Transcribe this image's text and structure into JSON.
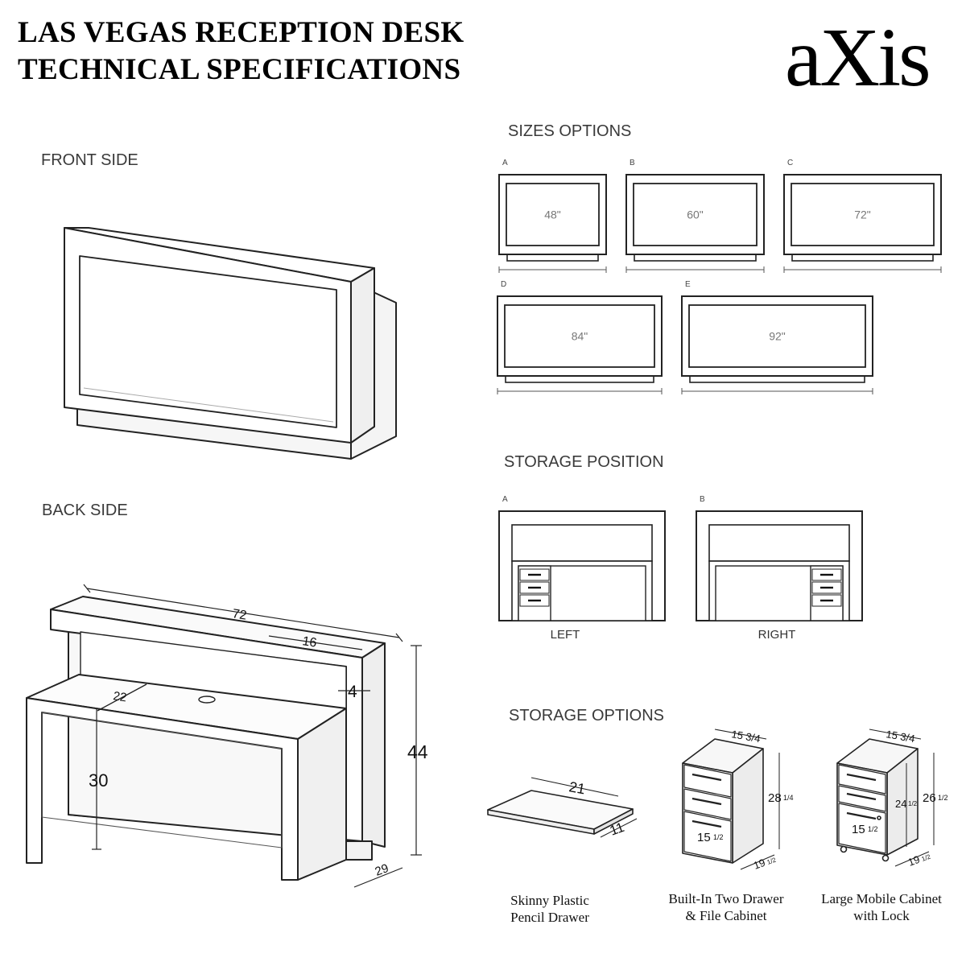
{
  "header": {
    "title_line1": "LAS VEGAS RECEPTION DESK",
    "title_line2": "TECHNICAL SPECIFICATIONS",
    "logo": "aXis"
  },
  "sections": {
    "front_side": "FRONT SIDE",
    "back_side": "BACK SIDE",
    "sizes_options": "SIZES OPTIONS",
    "storage_position": "STORAGE POSITION",
    "storage_options": "STORAGE OPTIONS"
  },
  "sizes": [
    {
      "letter": "A",
      "size": "48\""
    },
    {
      "letter": "B",
      "size": "60\""
    },
    {
      "letter": "C",
      "size": "72\""
    },
    {
      "letter": "D",
      "size": "84\""
    },
    {
      "letter": "E",
      "size": "92\""
    }
  ],
  "storage_position": [
    {
      "letter": "A",
      "label": "LEFT"
    },
    {
      "letter": "B",
      "label": "RIGHT"
    }
  ],
  "back_dimensions": {
    "width": "72",
    "top_depth": "16",
    "panel": "4",
    "height": "44",
    "desk_depth": "22",
    "desk_height": "30",
    "base_depth": "29"
  },
  "storage_options": [
    {
      "caption_line1": "Skinny Plastic",
      "caption_line2": "Pencil Drawer",
      "dim_length": "21",
      "dim_depth": "11"
    },
    {
      "caption_line1": "Built-In Two Drawer",
      "caption_line2": "& File Cabinet",
      "dim_top": "15 3/4",
      "dim_height": "28",
      "dim_height_frac": "1/4",
      "dim_width": "15",
      "dim_width_frac": "1/2",
      "dim_depth": "19",
      "dim_depth_frac": "1/2"
    },
    {
      "caption_line1": "Large Mobile Cabinet",
      "caption_line2": "with Lock",
      "dim_top": "15 3/4",
      "dim_height": "26",
      "dim_height_frac": "1/2",
      "dim_inner": "24",
      "dim_inner_frac": "1/2",
      "dim_width": "15",
      "dim_width_frac": "1/2",
      "dim_depth": "19",
      "dim_depth_frac": "1/2"
    }
  ]
}
